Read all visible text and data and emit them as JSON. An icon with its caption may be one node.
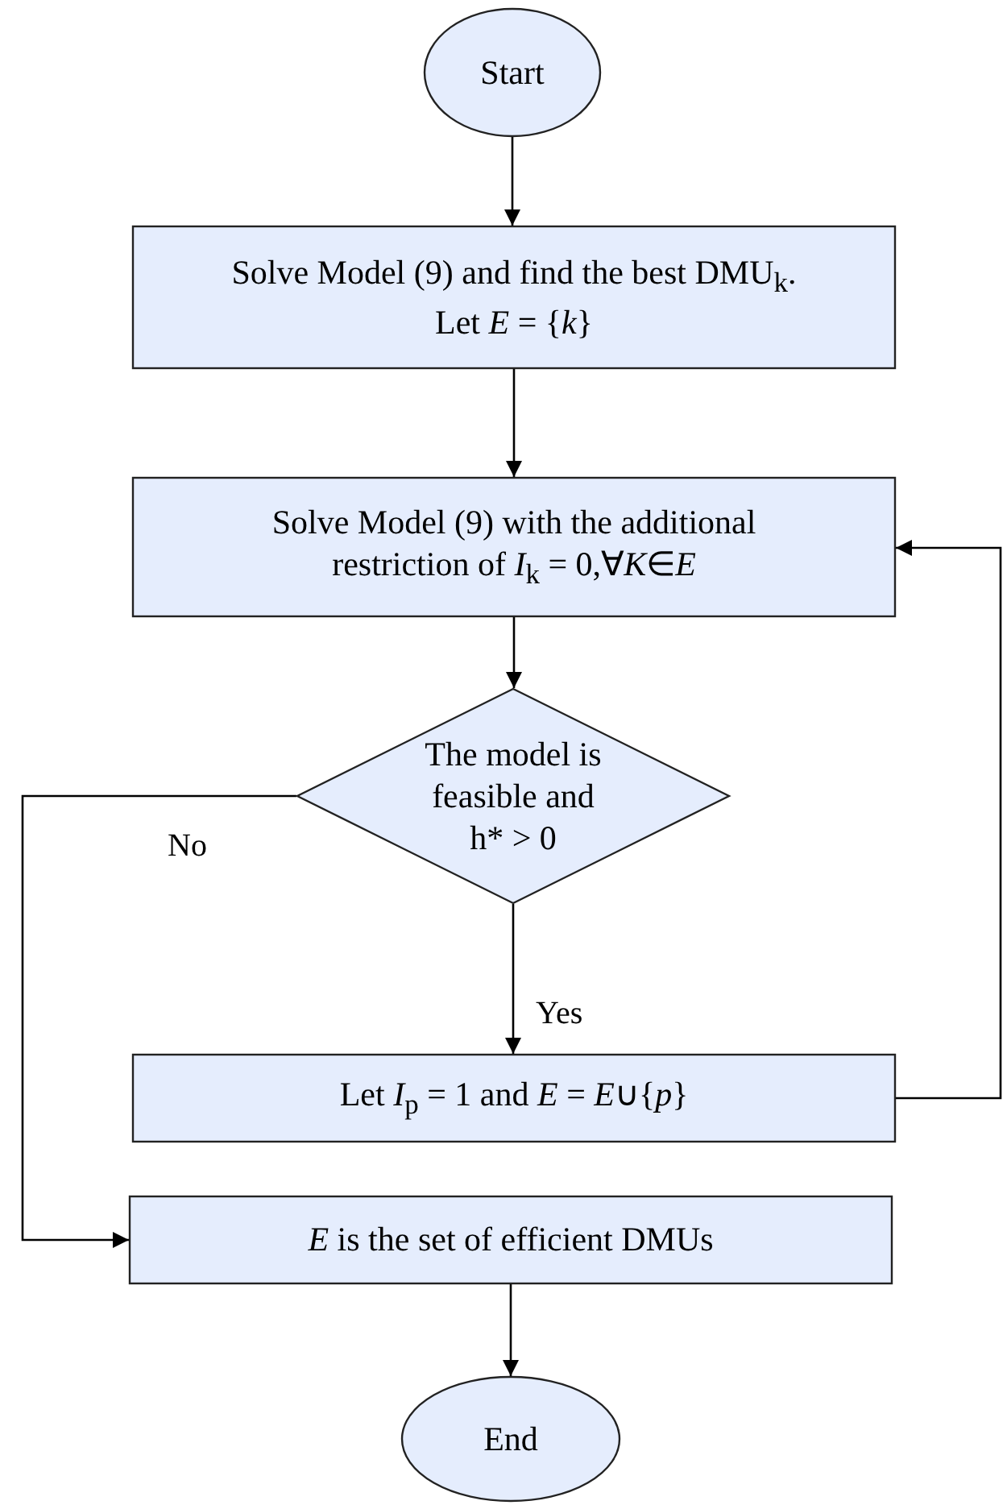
{
  "diagram": {
    "nodes": [
      {
        "text": [
          "Start"
        ]
      },
      {
        "text": [
          "Solve Model (9) and find the best DMU$_{k}$. Let *E* = {*k*}"
        ]
      },
      {
        "text": [
          "Solve Model (9) with the additional restriction of *I*$_{k}$ = 0,∀*K*∈*E*"
        ]
      },
      {
        "text": [
          "The model is feasible and h* > 0"
        ]
      },
      {
        "text": [
          "Let *I*$_{p}$ = 1 and *E* = *E*∪{*p*}"
        ]
      },
      {
        "text": [
          "*E* is the set of efficient DMUs"
        ]
      },
      {
        "text": [
          "End"
        ]
      }
    ],
    "edges": [
      {
        "from": 0,
        "to": 1,
        "arrow": "to"
      },
      {
        "from": 1,
        "to": 2,
        "arrow": "to"
      },
      {
        "from": 2,
        "to": 3,
        "arrow": "to"
      },
      {
        "from": 3,
        "to": 4,
        "arrow": "to",
        "label": "Yes"
      },
      {
        "from": 4,
        "to": 2,
        "arrow": "to"
      },
      {
        "from": 3,
        "to": 5,
        "arrow": "to",
        "label": "No"
      },
      {
        "from": 5,
        "to": 6,
        "arrow": "to"
      }
    ]
  }
}
